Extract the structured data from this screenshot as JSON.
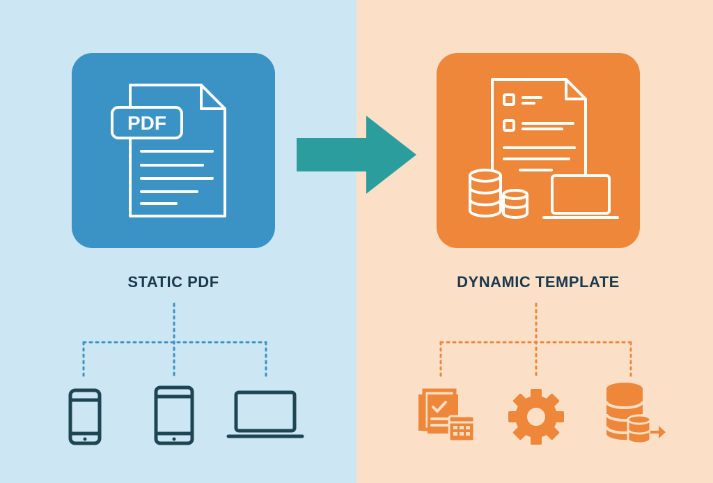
{
  "left": {
    "badge_text": "PDF",
    "title": "STATIC PDF",
    "children": [
      "smartphone-icon",
      "tablet-icon",
      "laptop-icon"
    ]
  },
  "right": {
    "title": "DYNAMIC TEMPLATE",
    "children": [
      "documents-calendar-icon",
      "gear-icon",
      "database-export-icon"
    ]
  },
  "colors": {
    "left_bg": "#cde6f3",
    "right_bg": "#fbdfc7",
    "left_tile": "#3a93c4",
    "right_tile": "#ee873a",
    "arrow": "#2a9d9c",
    "left_connector": "#3a93c4",
    "right_connector": "#ee873a",
    "left_icon": "#1d4554",
    "right_icon": "#ee873a",
    "text": "#19394d"
  }
}
